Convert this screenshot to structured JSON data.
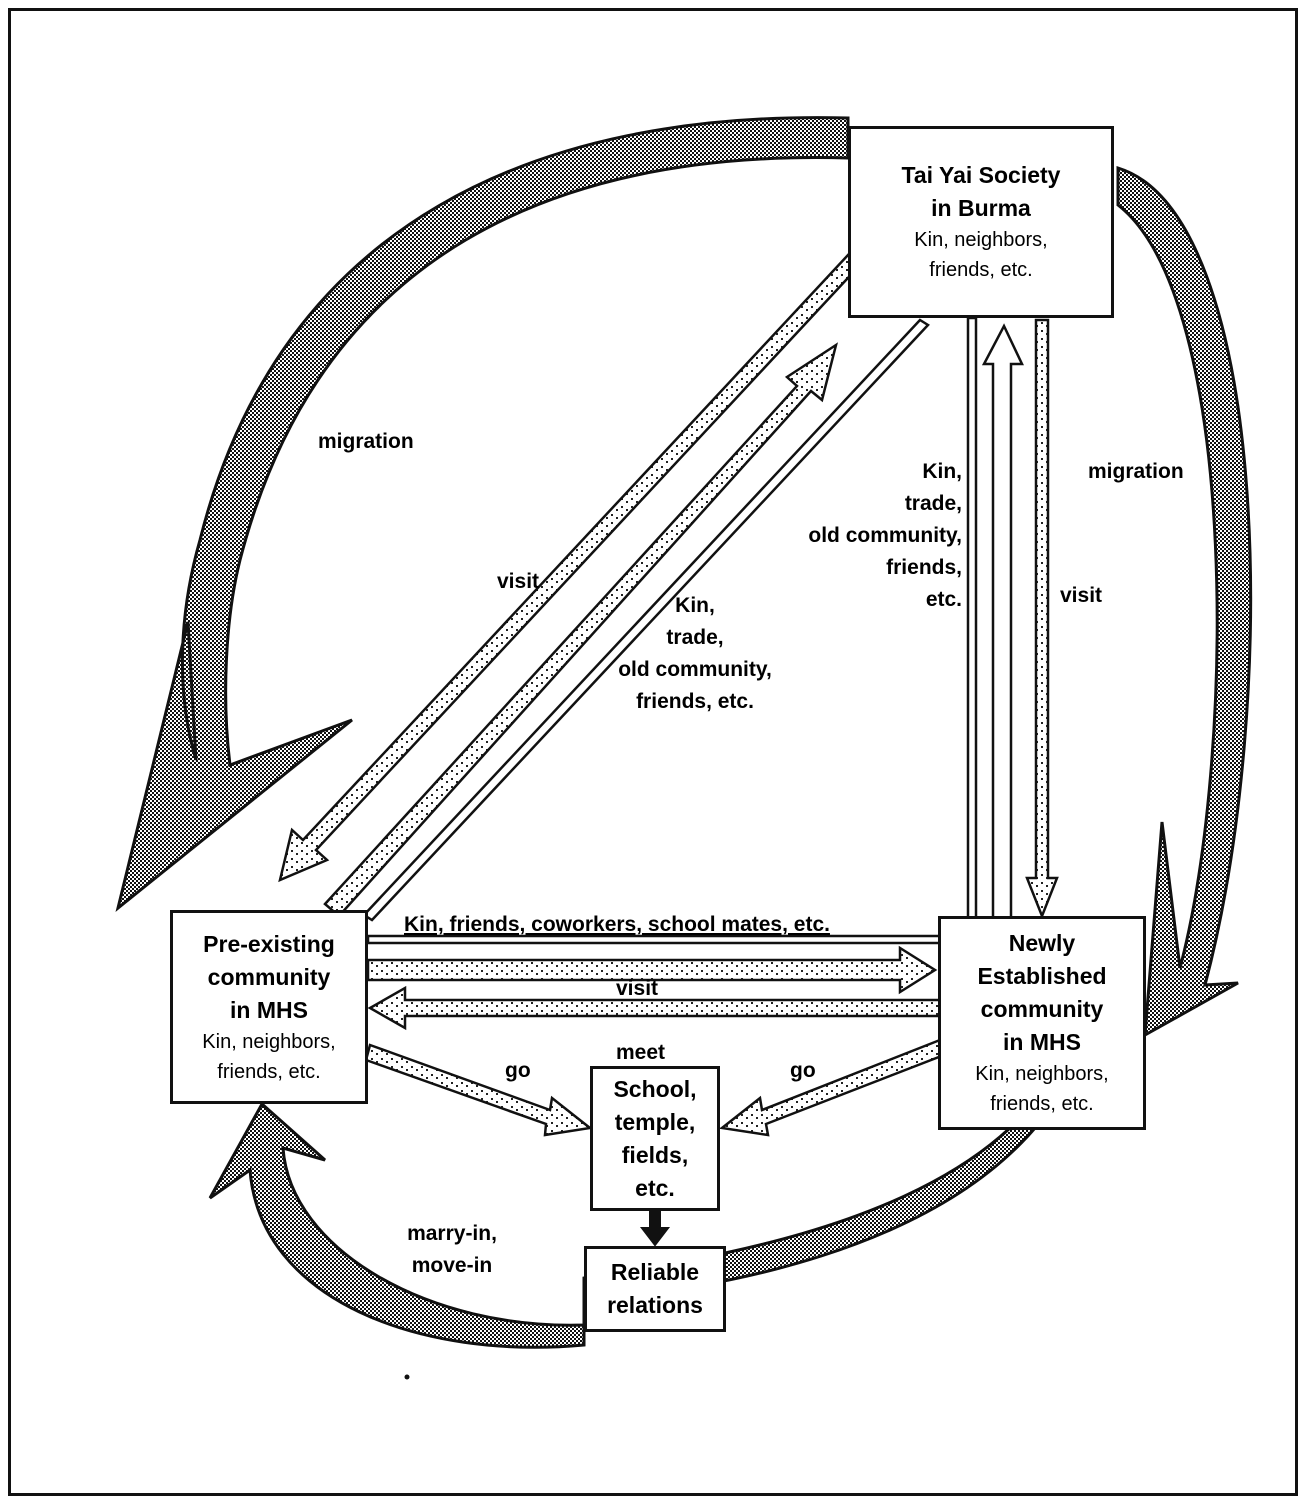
{
  "nodes": {
    "burma": {
      "title": [
        "Tai Yai Society",
        "in Burma"
      ],
      "sub": [
        "Kin, neighbors,",
        "friends, etc."
      ]
    },
    "pre": {
      "title": [
        "Pre-existing",
        "community",
        "in MHS"
      ],
      "sub": [
        "Kin, neighbors,",
        "friends, etc."
      ]
    },
    "new": {
      "title": [
        "Newly",
        "Established",
        "community",
        "in MHS"
      ],
      "sub": [
        "Kin, neighbors,",
        "friends, etc."
      ]
    },
    "school": {
      "title": [
        "School,",
        "temple,",
        "fields,",
        "etc."
      ]
    },
    "reliable": {
      "title": [
        "Reliable",
        "relations"
      ]
    }
  },
  "labels": {
    "migration_left": "migration",
    "migration_right": "migration",
    "visit_diag": "visit",
    "kin_diag": [
      "Kin,",
      "trade,",
      "old community,",
      "friends, etc."
    ],
    "kin_vert": [
      "Kin,",
      "trade,",
      "old community,",
      "friends,",
      "etc."
    ],
    "visit_vert": "visit",
    "kin_horiz": "Kin, friends, coworkers, school mates, etc.",
    "visit_horiz": "visit",
    "meet": "meet",
    "go_left": "go",
    "go_right": "go",
    "marry": [
      "marry-in,",
      "move-in"
    ]
  }
}
